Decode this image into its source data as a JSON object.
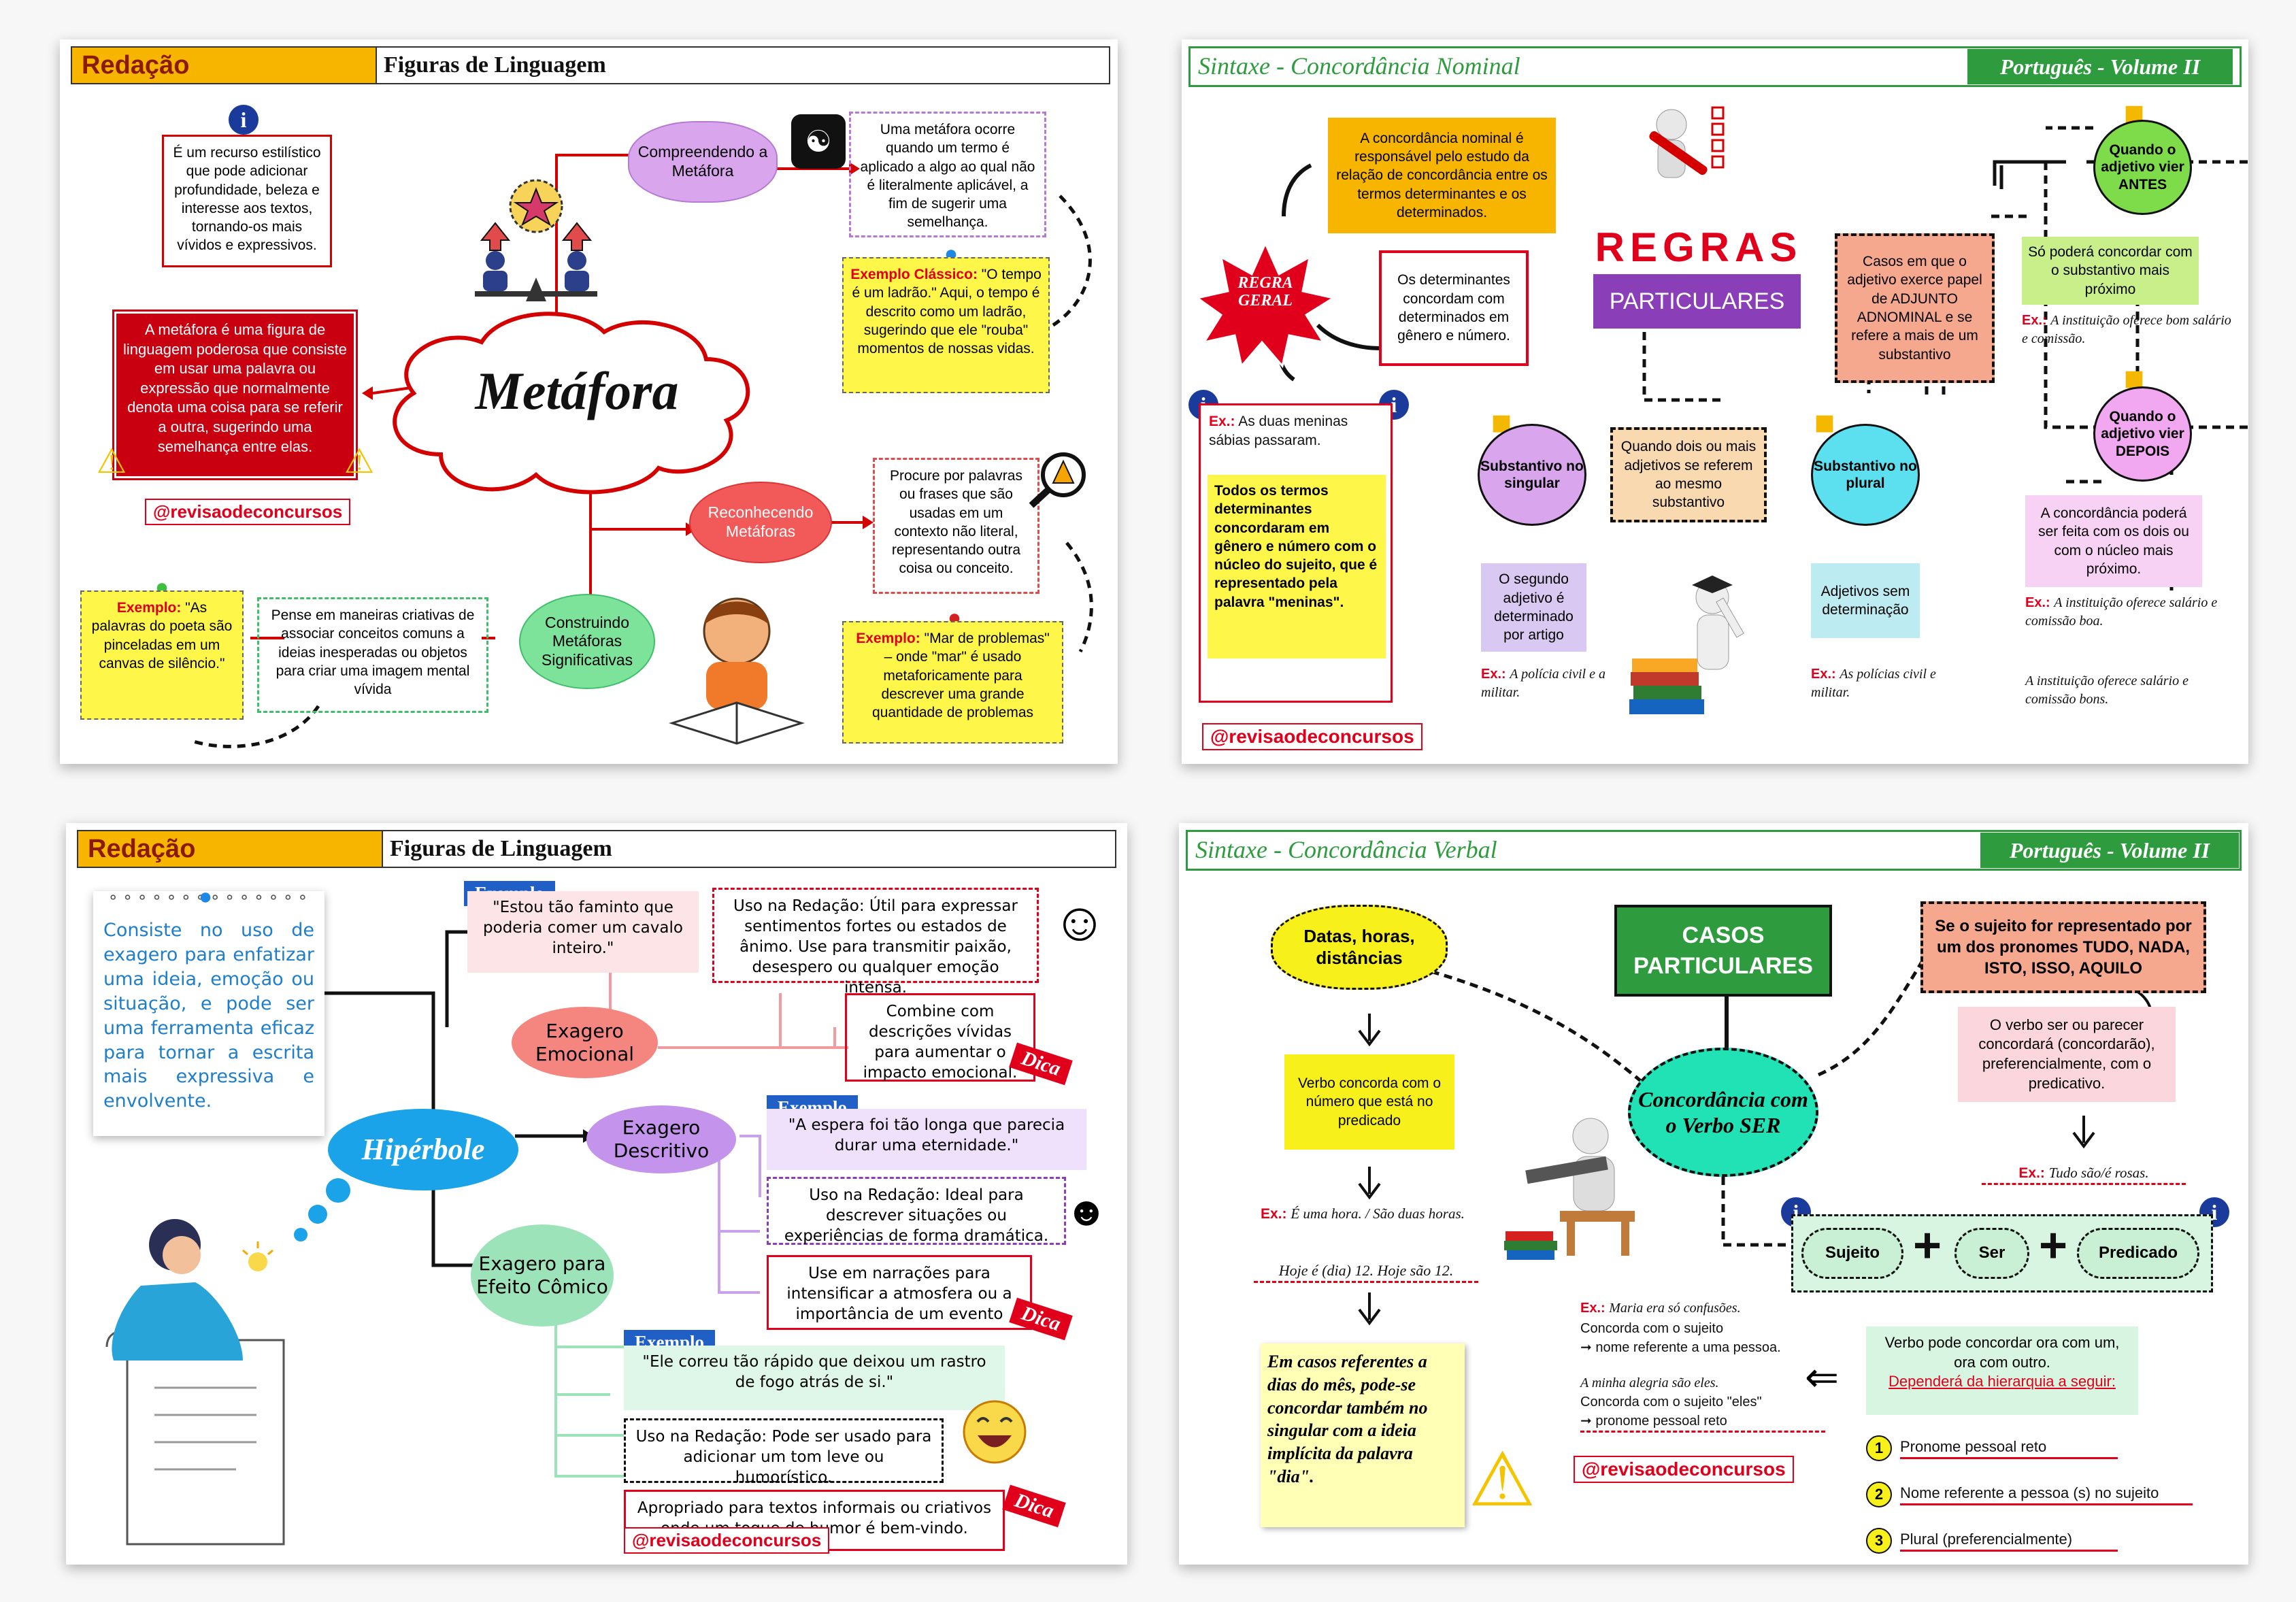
{
  "handle": "@revisaodeconcursos",
  "p1": {
    "section": "Redação",
    "subject": "Figuras de Linguagem",
    "central": "Metáfora",
    "def_info": "É um recurso estilístico que pode adicionar profundidade, beleza e interesse aos textos, tornando-os mais vívidos e expressivos.",
    "def_main": "A metáfora é uma figura de linguagem poderosa que consiste em usar uma palavra ou expressão que normalmente denota uma coisa para se referir a outra, sugerindo uma semelhança entre elas.",
    "node_compreendendo": "Compreendendo a Metáfora",
    "compreendendo_text": "Uma metáfora ocorre quando um termo é aplicado a algo ao qual não é literalmente aplicável, a fim de sugerir uma semelhança.",
    "exemplo_classico_label": "Exemplo Clássico:",
    "exemplo_classico_text": "\"O tempo é um ladrão.\" Aqui, o tempo é descrito como um ladrão, sugerindo que ele \"rouba\" momentos de nossas vidas.",
    "node_reconhecendo": "Reconhecendo Metáforas",
    "reconhecendo_text": "Procure por palavras ou frases que são usadas em um contexto não literal, representando outra coisa ou conceito.",
    "exemplo2_label": "Exemplo:",
    "exemplo2_text": "\"Mar de problemas\" – onde \"mar\" é usado metaforicamente para descrever uma grande quantidade de problemas",
    "node_construindo": "Construindo Metáforas Significativas",
    "construindo_text": "Pense em maneiras criativas de associar conceitos comuns a ideias inesperadas ou objetos para criar uma imagem mental vívida",
    "exemplo3_label": "Exemplo:",
    "exemplo3_text": "\"As palavras do poeta são pinceladas em um canvas de silêncio.\""
  },
  "p2": {
    "title": "Sintaxe - Concordância Nominal",
    "tag": "Português - Volume II",
    "intro": "A concordância nominal é responsável pelo estudo da relação de concordância entre os termos determinantes e os determinados.",
    "regra_geral": "REGRA GERAL",
    "determinantes": "Os determinantes concordam com determinados em gênero e número.",
    "regras": "REGRAS",
    "particulares": "PARTICULARES",
    "ex_label": "Ex.:",
    "ex1": "As duas meninas sábias passaram.",
    "todos": "Todos os termos determinantes concordaram em gênero e número com o núcleo do sujeito, que é representado pela palavra \"meninas\".",
    "casos_adjunto": "Casos em que o adjetivo exerce papel de ADJUNTO ADNOMINAL e se refere a mais de um substantivo",
    "quando_antes": "Quando o adjetivo vier ANTES",
    "so_podera": "Só poderá concordar com o substantivo mais próximo",
    "ex_antes": "A instituição oferece bom salário e comissão.",
    "quando_depois": "Quando o adjetivo vier DEPOIS",
    "podera_feita": "A concordância poderá ser feita com os dois ou com o núcleo mais próximo.",
    "ex_depois": "A instituição oferece salário e comissão boa.",
    "ex_depois2": "A instituição oferece salário e comissão bons.",
    "quando_dois": "Quando dois ou mais adjetivos se referem ao mesmo substantivo",
    "subst_singular": "Substantivo no singular",
    "subst_plural": "Substantivo no plural",
    "segundo_adj": "O segundo adjetivo é determinado por artigo",
    "ex_singular": "A polícia civil e a militar.",
    "adj_sem": "Adjetivos sem determinação",
    "ex_plural": "As polícias civil e militar."
  },
  "p3": {
    "section": "Redação",
    "subject": "Figuras de Linguagem",
    "central": "Hipérbole",
    "def": "Consiste no uso de exagero para enfatizar uma ideia, emoção ou situação, e pode ser uma ferramenta eficaz para tornar a escrita mais expressiva e envolvente.",
    "node_emocional": "Exagero Emocional",
    "node_descritivo": "Exagero Descritivo",
    "node_comico": "Exagero para Efeito Cômico",
    "exemplo_label": "Exemplo",
    "dica_label": "Dica",
    "ex_emocional": "\"Estou tão faminto que poderia comer um cavalo inteiro.\"",
    "uso_emocional": "Uso na Redação: Útil para expressar sentimentos fortes ou estados de ânimo. Use para transmitir paixão, desespero ou qualquer emoção intensa.",
    "dica_emocional": "Combine com descrições vívidas para aumentar o impacto emocional.",
    "ex_descritivo": "\"A espera foi tão longa que parecia durar uma eternidade.\"",
    "uso_descritivo": "Uso na Redação: Ideal para descrever situações ou experiências de forma dramática.",
    "dica_descritivo": "Use em narrações para intensificar a atmosfera ou a importância de um evento",
    "ex_comico": "\"Ele correu tão rápido que deixou um rastro de fogo atrás de si.\"",
    "uso_comico": "Uso na Redação: Pode ser usado para adicionar um tom leve ou humorístico.",
    "dica_comico": "Apropriado para textos informais ou criativos onde um toque de humor é bem-vindo."
  },
  "p4": {
    "title": "Sintaxe - Concordância Verbal",
    "tag": "Português - Volume II",
    "casos": "CASOS PARTICULARES",
    "central": "Concordância com o Verbo SER",
    "datas": "Datas, horas, distâncias",
    "verbo_numero": "Verbo concorda com o número que está no predicado",
    "ex_hora_label": "Ex.:",
    "ex_hora": "É uma hora. / São duas horas.",
    "hoje": "Hoje é (dia) 12. Hoje são 12.",
    "casos_dias": "Em casos referentes a dias do mês, pode-se concordar também no singular com a ideia implícita da palavra \"dia\".",
    "se_sujeito": "Se o sujeito for representado por um dos pronomes TUDO, NADA, ISTO, ISSO, AQUILO",
    "verbo_ser": "O verbo ser ou parecer concordará (concordarão), preferencialmente, com o predicativo.",
    "ex_rosas_label": "Ex.:",
    "ex_rosas": "Tudo são/é rosas.",
    "sujeito": "Sujeito",
    "ser": "Ser",
    "predicado": "Predicado",
    "plus": "+",
    "ex_maria_label": "Ex.:",
    "ex_maria": "Maria era só confusões.",
    "concorda_sujeito": "Concorda com o sujeito",
    "nome_ref": "nome referente a uma pessoa.",
    "ex_alegria": "A minha alegria são eles.",
    "concorda_eles": "Concorda com o sujeito \"eles\"",
    "pronome_reto": "pronome pessoal reto",
    "verbo_pode": "Verbo pode concordar ora com um, ora com outro.",
    "dependera": "Dependerá da hierarquia a seguir:",
    "h1_num": "1",
    "h1": "Pronome pessoal reto",
    "h2_num": "2",
    "h2": "Nome referente a pessoa (s) no sujeito",
    "h3_num": "3",
    "h3": "Plural (preferencialmente)"
  }
}
